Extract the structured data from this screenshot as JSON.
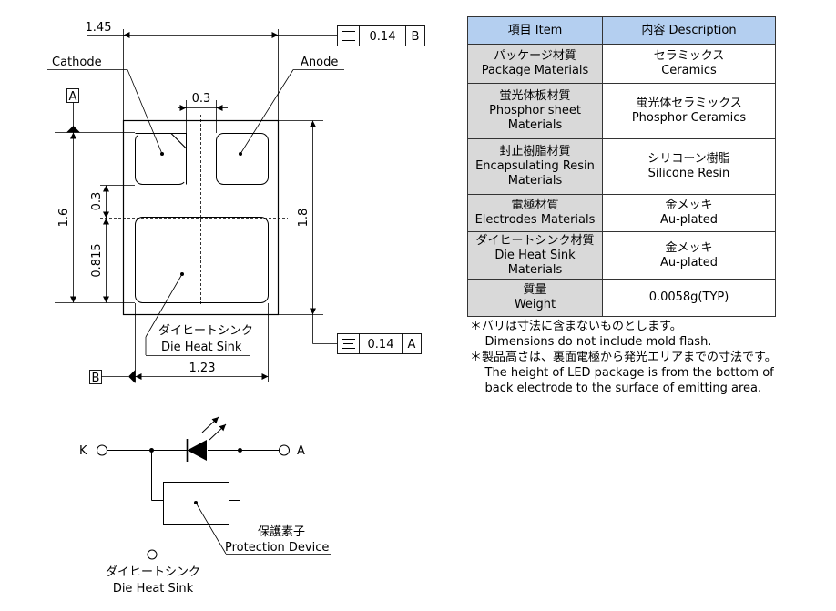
{
  "dimensions": {
    "width_top": "1.45",
    "gap": "0.3",
    "height_left": "1.6",
    "gap_vertical": "0.3",
    "pad_height": "0.815",
    "height_right": "1.8",
    "width_bottom": "1.23"
  },
  "labels": {
    "cathode": "Cathode",
    "anode": "Anode",
    "datum_a": "A",
    "datum_b": "B",
    "die_heat_sink_jp": "ダイヒートシンク",
    "die_heat_sink_en": "Die Heat Sink"
  },
  "tolerance_boxes": [
    {
      "symbol": "=",
      "value": "0.14",
      "datum": "B"
    },
    {
      "symbol": "=",
      "value": "0.14",
      "datum": "A"
    }
  ],
  "table": {
    "headers": [
      "項目 Item",
      "内容 Description"
    ],
    "rows": [
      {
        "item": [
          "パッケージ材質",
          "Package Materials"
        ],
        "desc": [
          "セラミックス",
          "Ceramics"
        ]
      },
      {
        "item": [
          "蛍光体板材質",
          "Phosphor sheet",
          "Materials"
        ],
        "desc": [
          "蛍光体セラミックス",
          "Phosphor Ceramics"
        ]
      },
      {
        "item": [
          "封止樹脂材質",
          "Encapsulating Resin",
          "Materials"
        ],
        "desc": [
          "シリコーン樹脂",
          "Silicone Resin"
        ]
      },
      {
        "item": [
          "電極材質",
          "Electrodes Materials"
        ],
        "desc": [
          "金メッキ",
          "Au-plated"
        ]
      },
      {
        "item": [
          "ダイヒートシンク材質",
          "Die Heat Sink",
          "Materials"
        ],
        "desc": [
          "金メッキ",
          "Au-plated"
        ]
      },
      {
        "item": [
          "質量",
          "Weight"
        ],
        "desc": [
          "0.0058g(TYP)"
        ]
      }
    ]
  },
  "notes": [
    "＊バリは寸法に含まないものとします。",
    "    Dimensions do not include mold flash.",
    "＊製品高さは、裏面電極から発光エリアまでの寸法です。",
    "    The height of LED package is from the bottom of",
    "    back electrode to the surface of emitting area."
  ],
  "circuit": {
    "k_label": "K",
    "a_label": "A",
    "protection_jp": "保護素子",
    "protection_en": "Protection Device",
    "die_heat_sink_jp": "ダイヒートシンク",
    "die_heat_sink_en": "Die Heat Sink"
  }
}
